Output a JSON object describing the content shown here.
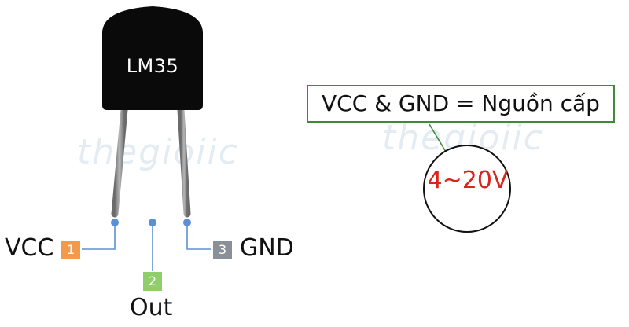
{
  "chip": {
    "label": "LM35"
  },
  "pins": [
    {
      "number": "1",
      "name": "VCC",
      "badge_color": "#f29a4a"
    },
    {
      "number": "2",
      "name": "Out",
      "badge_color": "#8fce6a"
    },
    {
      "number": "3",
      "name": "GND",
      "badge_color": "#8a9097"
    }
  ],
  "callout": {
    "title": "VCC & GND = Nguồn cấp",
    "voltage": "4~20V",
    "box_border_color": "#3f8a3a",
    "voltage_color": "#d9251c"
  },
  "watermark": {
    "text": "thegioiic"
  }
}
